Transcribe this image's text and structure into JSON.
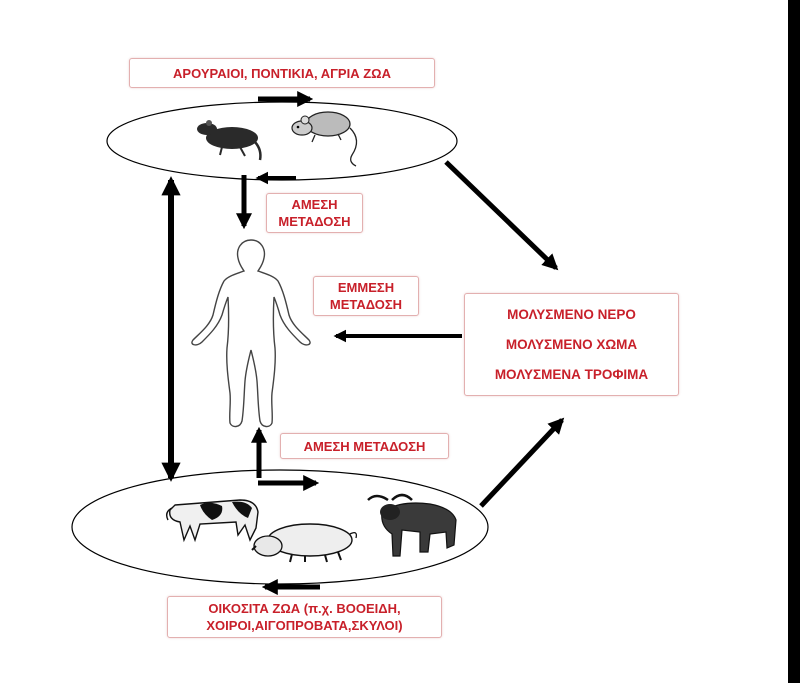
{
  "labels": {
    "wild_animals": "ΑΡΟΥΡΑΙΟΙ, ΠΟΝΤΙΚΙΑ, ΑΓΡΙΑ ΖΩΑ",
    "direct_top_line1": "ΑΜΕΣΗ",
    "direct_top_line2": "ΜΕΤΑΔΟΣΗ",
    "indirect_line1": "ΕΜΜΕΣΗ",
    "indirect_line2": "ΜΕΤΑΔΟΣΗ",
    "contaminated": [
      "ΜΟΛΥΣΜΕΝΟ ΝΕΡΟ",
      "ΜΟΛΥΣΜΕΝΟ ΧΩΜΑ",
      "ΜΟΛΥΣΜΕΝΑ ΤΡΟΦΙΜΑ"
    ],
    "direct_bottom": "ΑΜΕΣΗ ΜΕΤΑΔΟΣΗ",
    "domestic_line1": "ΟΙΚΟΣΙΤΑ ΖΩΑ (π.χ. ΒΟΟΕΙΔΗ,",
    "domestic_line2": "ΧΟΙΡΟΙ,ΑΙΓΟΠΡΟΒΑΤΑ,ΣΚΥΛΟΙ)"
  },
  "icons": [
    "rat-icon",
    "mouse-icon",
    "human-figure-icon",
    "cow-icon",
    "pig-icon",
    "buffalo-icon"
  ],
  "colors": {
    "label_text": "#c8202a",
    "arrows": "#000000",
    "outline": "#000000"
  }
}
